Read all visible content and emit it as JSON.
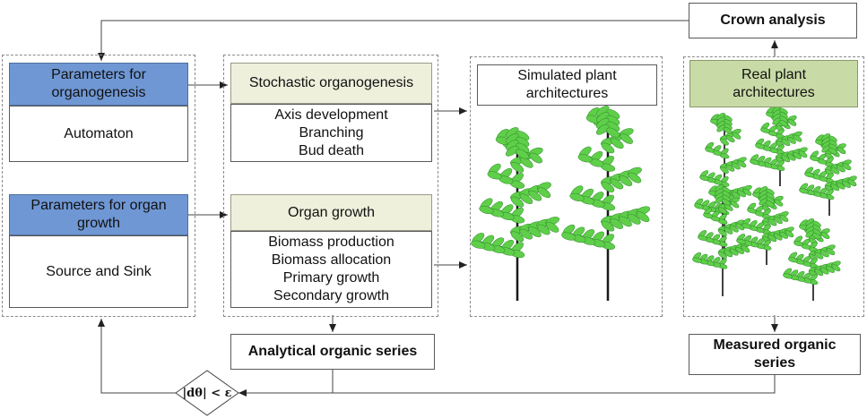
{
  "crown_analysis": "Crown analysis",
  "param_organogenesis": {
    "title": "Parameters for organogenesis",
    "body": "Automaton"
  },
  "param_organ_growth": {
    "title": "Parameters for organ growth",
    "body": "Source and Sink"
  },
  "stochastic": {
    "title": "Stochastic organogenesis",
    "items": [
      "Axis development",
      "Branching",
      "Bud death"
    ]
  },
  "organ_growth": {
    "title": "Organ growth",
    "items": [
      "Biomass production",
      "Biomass allocation",
      "Primary growth",
      "Secondary growth"
    ]
  },
  "simulated": {
    "title": "Simulated plant architectures"
  },
  "real": {
    "title": "Real plant architectures"
  },
  "analytical_series": "Analytical organic series",
  "measured_series": "Measured organic series",
  "criterion": "|dθ| < ε",
  "colors": {
    "blue_header": "#6f97d4",
    "beige_header": "#eef0dc",
    "green_header": "#c8dba7",
    "leaf": "#5fcf4a",
    "stem": "#1a1a1a"
  }
}
